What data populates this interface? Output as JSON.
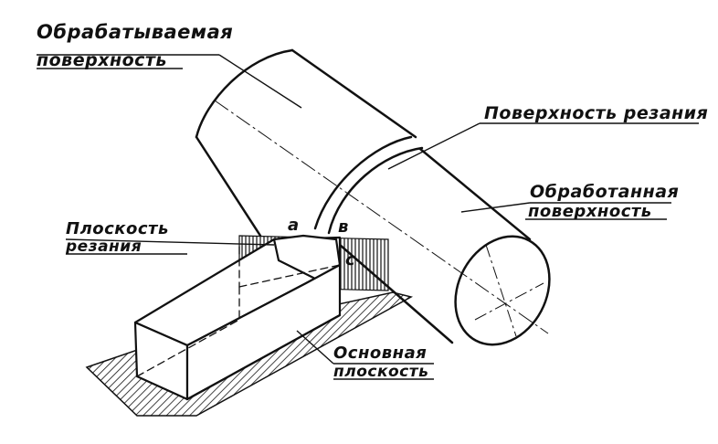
{
  "labels": {
    "workpiece_surface_1": "Обрабатываемая",
    "workpiece_surface_2": "поверхность",
    "cutting_surface": "Поверхность резания",
    "machined_surface_1": "Обработанная",
    "machined_surface_2": "поверхность",
    "cutting_plane_1": "Плоскость",
    "cutting_plane_2": "резания",
    "base_plane_1": "Основная",
    "base_plane_2": "плоскость"
  },
  "points": {
    "a": "a",
    "b": "в",
    "c": "c"
  },
  "colors": {
    "ink": "#111111",
    "paper": "#ffffff"
  }
}
